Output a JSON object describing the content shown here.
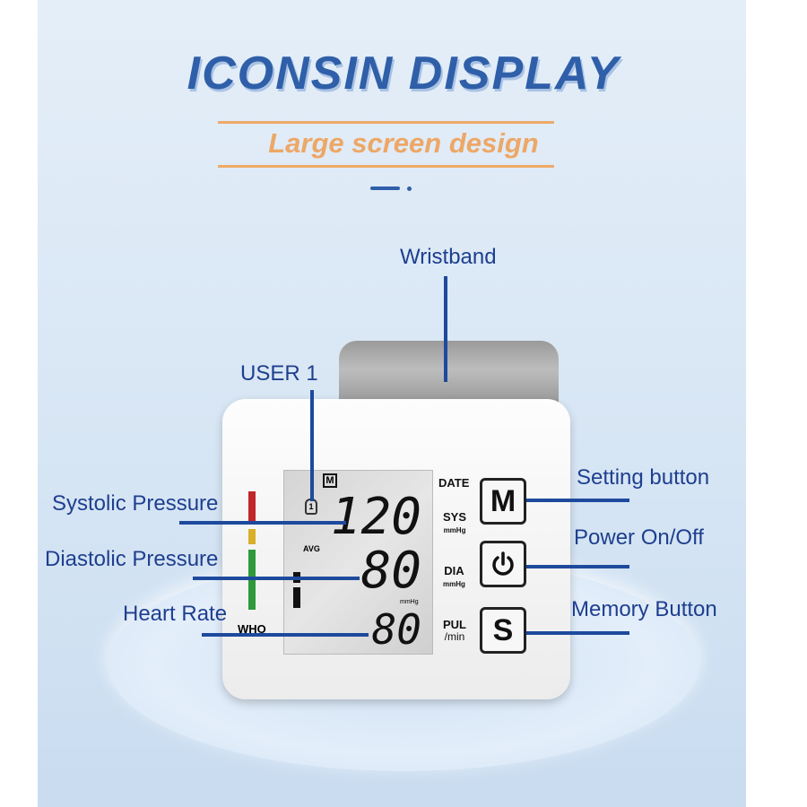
{
  "header": {
    "title": "ICONSIN DISPLAY",
    "subtitle": "Large screen design"
  },
  "callouts": {
    "wristband": "Wristband",
    "user": "USER 1",
    "systolic": "Systolic Pressure",
    "diastolic": "Diastolic Pressure",
    "heart_rate": "Heart Rate",
    "setting": "Setting button",
    "power": "Power On/Off",
    "memory": "Memory Button"
  },
  "lcd": {
    "memory_badge": "M",
    "user_number": "1",
    "systolic": "120",
    "diastolic": "80",
    "pulse": "80",
    "avg": "AVG",
    "who": "WHO",
    "unit": "mmHg"
  },
  "panel": {
    "date": "DATE",
    "sys": "SYS",
    "sys_unit": "mmHg",
    "dia": "DIA",
    "dia_unit": "mmHg",
    "pul": "PUL",
    "pul_unit": "/min"
  },
  "buttons": {
    "m": "M",
    "s": "S",
    "power_icon": "power-icon"
  },
  "colors": {
    "title": "#2f5fa8",
    "subtitle": "#eda766",
    "callout": "#1d4a9c",
    "who_red": "#c0262a",
    "who_yellow": "#d9ae2a",
    "who_green": "#2e9a3a"
  }
}
